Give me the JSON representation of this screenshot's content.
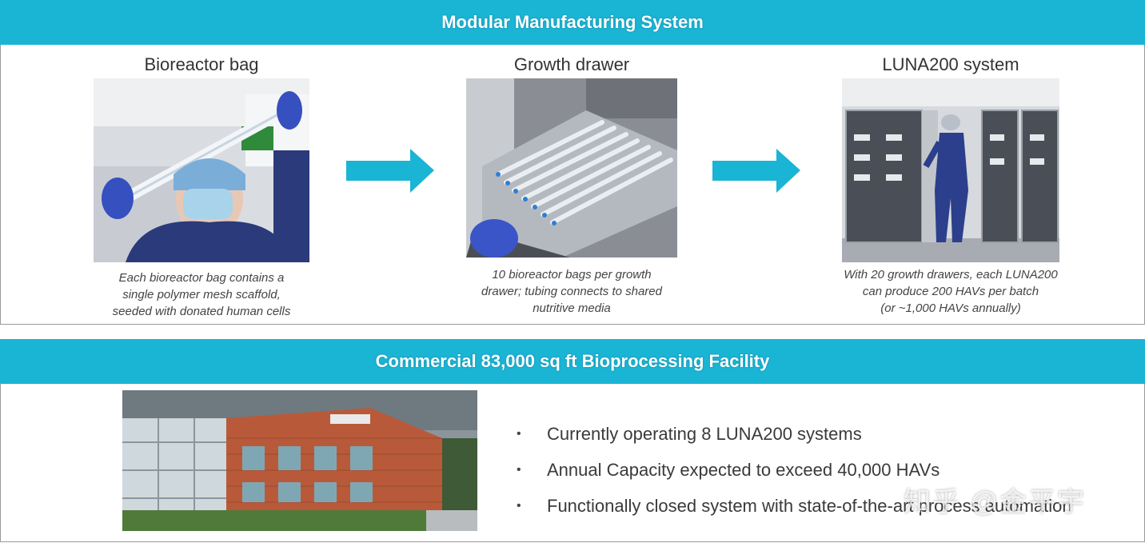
{
  "top_banner": {
    "title": "Modular Manufacturing System"
  },
  "steps": [
    {
      "title": "Bioreactor bag",
      "caption": [
        "Each bioreactor bag contains a",
        "single polymer mesh scaffold,",
        "seeded with donated human cells"
      ]
    },
    {
      "title": "Growth drawer",
      "caption": [
        "10 bioreactor bags per growth",
        "drawer; tubing connects to shared",
        "nutritive media"
      ]
    },
    {
      "title": "LUNA200 system",
      "caption": [
        "With 20 growth drawers, each LUNA200",
        "can produce 200 HAVs per batch",
        "(or ~1,000 HAVs annually)"
      ]
    }
  ],
  "bottom_banner": {
    "title": "Commercial 83,000 sq ft Bioprocessing Facility"
  },
  "bullets": [
    "Currently operating 8 LUNA200 systems",
    "Annual Capacity expected to exceed 40,000 HAVs",
    "Functionally closed system with state-of-the-art process automation"
  ],
  "bullet_glyph": "•",
  "watermark": "知乎 @金平宇",
  "colors": {
    "accent": "#1ab4d4",
    "arrow": "#1ab4d4",
    "brick": "#b85a3a"
  }
}
